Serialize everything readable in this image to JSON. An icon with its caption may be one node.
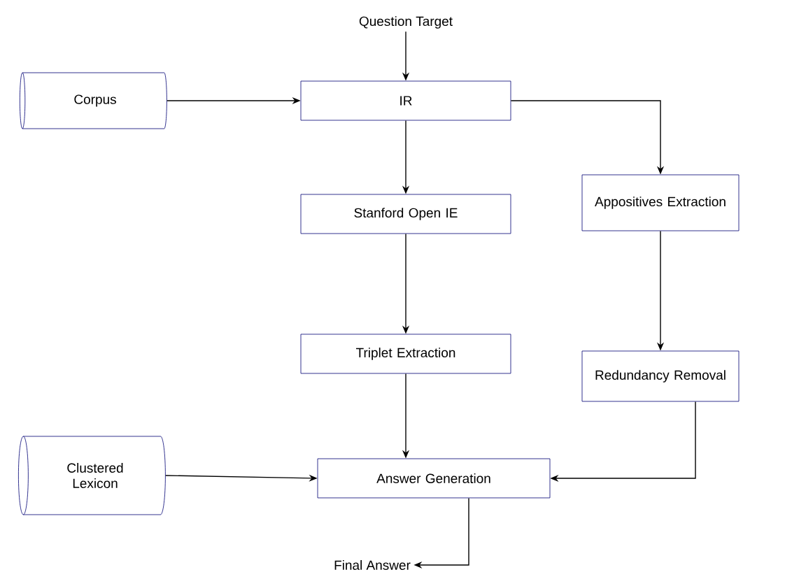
{
  "diagram": {
    "nodes": [
      {
        "text": [
          "Question Target"
        ]
      },
      {
        "text": [
          "Corpus"
        ]
      },
      {
        "text": [
          "IR"
        ]
      },
      {
        "text": [
          "Stanford Open IE"
        ]
      },
      {
        "text": [
          "Appositives Extraction"
        ]
      },
      {
        "text": [
          "Triplet Extraction"
        ]
      },
      {
        "text": [
          "Redundancy Removal"
        ]
      },
      {
        "text": [
          "Clustered Lexicon"
        ]
      },
      {
        "text": [
          "Answer Generation"
        ]
      },
      {
        "text": [
          "Final Answer"
        ]
      }
    ],
    "edges": [
      {
        "from": 0,
        "to": 2,
        "arrow": "to"
      },
      {
        "from": 1,
        "to": 2,
        "arrow": "to"
      },
      {
        "from": 2,
        "to": 3,
        "arrow": "to"
      },
      {
        "from": 2,
        "to": 4,
        "arrow": "to"
      },
      {
        "from": 3,
        "to": 5,
        "arrow": "to"
      },
      {
        "from": 4,
        "to": 6,
        "arrow": "to"
      },
      {
        "from": 5,
        "to": 8,
        "arrow": "to"
      },
      {
        "from": 7,
        "to": 8,
        "arrow": "to"
      },
      {
        "from": 6,
        "to": 8,
        "arrow": "to"
      },
      {
        "from": 8,
        "to": 9,
        "arrow": "to"
      }
    ]
  }
}
